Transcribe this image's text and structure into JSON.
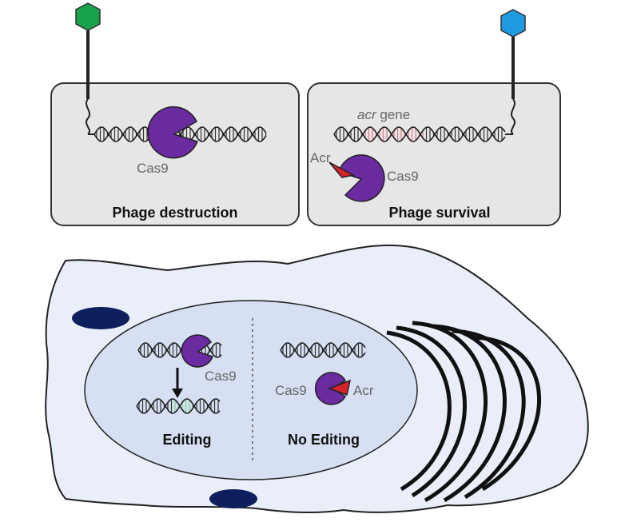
{
  "colors": {
    "phage_left": "#18a34a",
    "phage_right": "#1e9be0",
    "cas9": "#6a2aa0",
    "acr": "#d8232a",
    "acr_gene": "#e07a86",
    "edited_dna": "#7ad88a",
    "panel_fill": "#e6e6e6",
    "cell_fill": "#eaeef8",
    "nucleus_fill": "#d6e0f2",
    "organelle": "#0d1f5c"
  },
  "top_left_panel": {
    "cas9_label": "Cas9",
    "caption": "Phage destruction"
  },
  "top_right_panel": {
    "gene_label_italic": "acr",
    "gene_label_rest": " gene",
    "acr_label": "Acr",
    "cas9_label": "Cas9",
    "caption": "Phage survival"
  },
  "cell": {
    "left_half": {
      "cas9_label": "Cas9",
      "caption": "Editing"
    },
    "right_half": {
      "cas9_label": "Cas9",
      "acr_label": "Acr",
      "caption": "No Editing"
    }
  }
}
